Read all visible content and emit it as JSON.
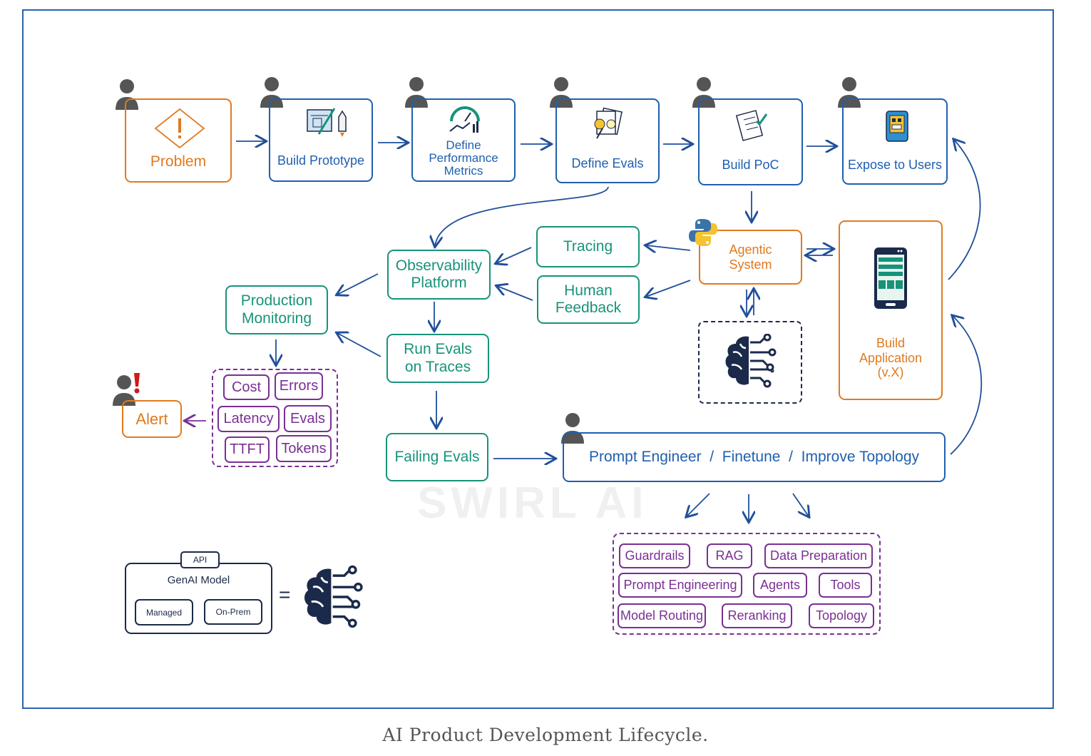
{
  "caption": "AI Product Development Lifecycle.",
  "watermark": "SWIRL AI",
  "colors": {
    "blue": "#1f5fb0",
    "orange": "#e07a1f",
    "green": "#17937a",
    "purple": "#7a2f94",
    "navy": "#1b2a4a",
    "alert_red": "#d01a1a"
  },
  "top_row": [
    {
      "label": "Problem",
      "icon": "warning-diamond-icon"
    },
    {
      "label": "Build Prototype",
      "icon": "blueprint-rocket-icon"
    },
    {
      "label": "Define\nPerformance\nMetrics",
      "icon": "gauge-chart-icon"
    },
    {
      "label": "Define Evals",
      "icon": "documents-bulb-icon"
    },
    {
      "label": "Build PoC",
      "icon": "checklist-pen-icon"
    },
    {
      "label": "Expose to Users",
      "icon": "mobile-app-icon"
    }
  ],
  "middle": {
    "observability": "Observability\nPlatform",
    "tracing": "Tracing",
    "human_feedback": "Human\nFeedback",
    "agentic_system": "Agentic\nSystem",
    "build_application": "Build\nApplication\n(v.X)",
    "production_monitoring": "Production\nMonitoring",
    "run_evals": "Run Evals\non Traces",
    "failing_evals": "Failing Evals",
    "alert": "Alert",
    "prompt_engineer": "Prompt Engineer  /  Finetune  /  Improve Topology"
  },
  "metrics": [
    "Cost",
    "Errors",
    "Latency",
    "Evals",
    "TTFT",
    "Tokens"
  ],
  "improvements": [
    "Guardrails",
    "RAG",
    "Data Preparation",
    "Prompt Engineering",
    "Agents",
    "Tools",
    "Model Routing",
    "Reranking",
    "Topology"
  ],
  "legend": {
    "api": "API",
    "model": "GenAI Model",
    "managed": "Managed",
    "on_prem": "On-Prem",
    "equals": "="
  }
}
